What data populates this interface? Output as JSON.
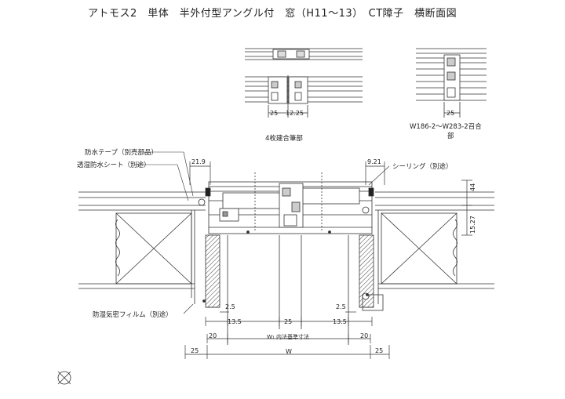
{
  "title": "アトモス2　単体　半外付型アングル付　窓（H11～13）　CT障子　横断面図",
  "details": {
    "four_pane": {
      "caption": "4枚建合筆部",
      "dims": [
        "25",
        "12.25"
      ]
    },
    "w_section": {
      "caption_line1": "W186-2～W283-2召合",
      "caption_line2": "部",
      "dim": "25"
    }
  },
  "callouts": {
    "tape": "防水テープ（別売部品）",
    "sheet": "透湿防水シート（別途）",
    "sealing": "シーリング（別途）",
    "film": "防湿気密フィルム（別途）"
  },
  "dims": {
    "top_left": "21.9",
    "top_right": "9.21",
    "right_44": "44",
    "right_1527": "15.27",
    "left_25": "2.5",
    "right_25": "2.5",
    "left_135": "13.5",
    "right_135": "13.5",
    "center_25": "25",
    "w_inner": "W₁ 内法基準寸法",
    "bottom_20_left": "20",
    "bottom_20_right": "20",
    "w": "W",
    "bottom_25_left": "25",
    "bottom_25_right": "25"
  }
}
